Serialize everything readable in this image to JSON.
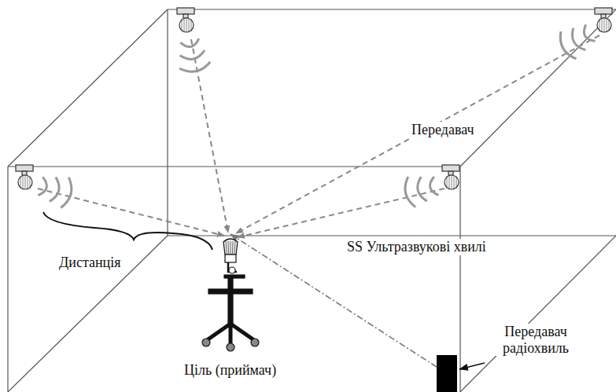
{
  "diagram": {
    "nodes": [
      {
        "text": [
          "Ціль (приймач)"
        ]
      },
      {
        "text": [
          "Передавач радіохвиль"
        ]
      }
    ],
    "edges": [
      {
        "from": 1,
        "to": 0,
        "arrow": "to"
      }
    ],
    "labels": [
      "Передавач",
      "SS Ультразвукові хвилі",
      "Дистанція"
    ]
  }
}
